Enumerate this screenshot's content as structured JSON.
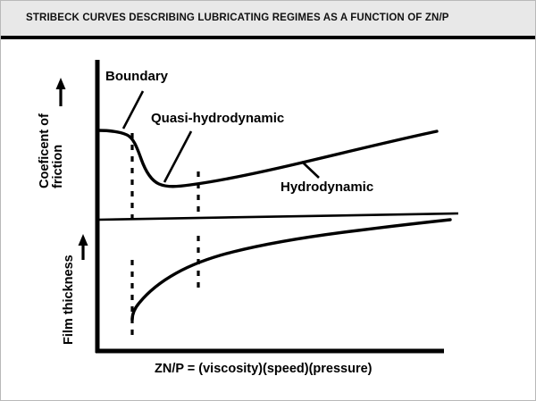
{
  "header": {
    "title": "STRIBECK CURVES DESCRIBING LUBRICATING REGIMES AS A FUNCTION OF ZN/P",
    "background_color": "#e8e8e8",
    "rule_color": "#000000"
  },
  "axes": {
    "x_label": "ZN/P = (viscosity)(speed)(pressure)",
    "y_label_top_line1": "Coeficent of",
    "y_label_top_line2": "friction",
    "y_label_bottom": "Film thickness",
    "y_axis_arrow": "up-arrow",
    "axis_color": "#000000"
  },
  "annotations": [
    {
      "label": "Boundary",
      "regime": "boundary-lubrication"
    },
    {
      "label": "Quasi-hydrodynamic",
      "regime": "mixed-lubrication"
    },
    {
      "label": "Hydrodynamic",
      "regime": "full-film-lubrication"
    }
  ],
  "chart_data": {
    "type": "line",
    "title": "STRIBECK CURVES DESCRIBING LUBRICATING REGIMES AS A FUNCTION OF ZN/P",
    "xlabel": "ZN/P = (viscosity)(speed)(pressure)",
    "grid": false,
    "legend": "none",
    "axis_ticks": "none",
    "xlim": [
      0,
      1
    ],
    "panels": [
      {
        "name": "coefficient-of-friction",
        "ylabel": "Coeficent of friction",
        "ylim": [
          0,
          1
        ],
        "series": [
          {
            "name": "coefficient of friction",
            "x": [
              0.0,
              0.06,
              0.09,
              0.1,
              0.11,
              0.12,
              0.14,
              0.17,
              0.2,
              0.25,
              0.3,
              0.4,
              0.5,
              0.6,
              0.7,
              0.8,
              0.9,
              1.0
            ],
            "y": [
              0.86,
              0.85,
              0.83,
              0.77,
              0.66,
              0.55,
              0.44,
              0.39,
              0.385,
              0.39,
              0.4,
              0.43,
              0.46,
              0.5,
              0.54,
              0.58,
              0.62,
              0.66
            ]
          }
        ]
      },
      {
        "name": "film-thickness",
        "ylabel": "Film thickness",
        "ylim": [
          0,
          1
        ],
        "series": [
          {
            "name": "film thickness",
            "x": [
              0.1,
              0.12,
              0.15,
              0.2,
              0.25,
              0.3,
              0.4,
              0.5,
              0.6,
              0.7,
              0.8,
              0.9,
              1.0
            ],
            "y": [
              0.02,
              0.1,
              0.21,
              0.34,
              0.43,
              0.49,
              0.58,
              0.64,
              0.69,
              0.73,
              0.77,
              0.8,
              0.83
            ]
          }
        ]
      }
    ],
    "regime_boundaries": [
      {
        "label": "Boundary",
        "x": 0.1
      },
      {
        "label": "Quasi-hydrodynamic",
        "x": 0.295
      },
      {
        "label": "Hydrodynamic",
        "x": 1.0
      }
    ],
    "regime_divider_style": "dashed-vertical"
  }
}
